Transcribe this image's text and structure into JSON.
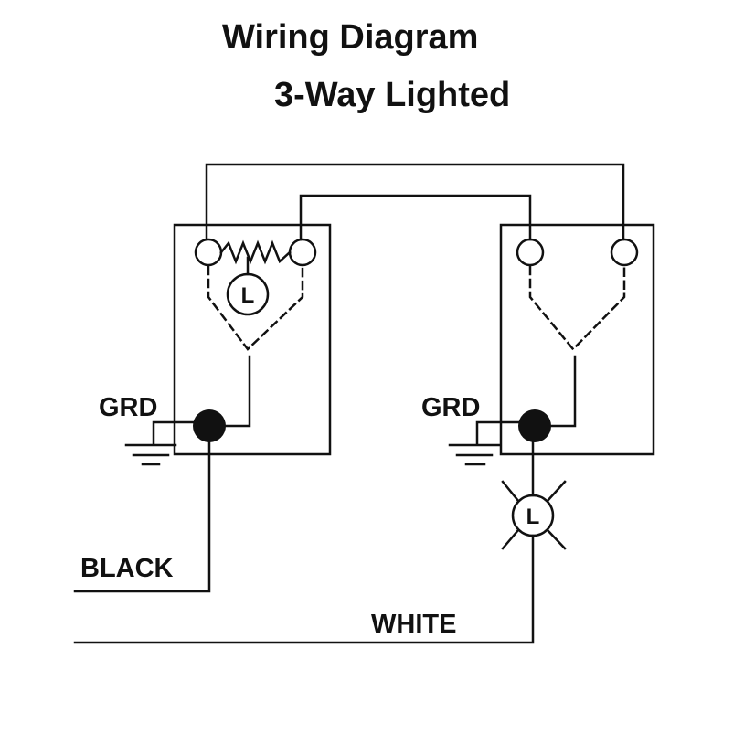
{
  "title": "Wiring Diagram",
  "subtitle": "3-Way Lighted",
  "labels": {
    "ground_left": "GRD",
    "ground_right": "GRD",
    "black_wire": "BLACK",
    "white_wire": "WHITE",
    "switch_lamp": "L",
    "load_lamp": "L"
  },
  "colors": {
    "line": "#111111",
    "background": "#ffffff"
  }
}
